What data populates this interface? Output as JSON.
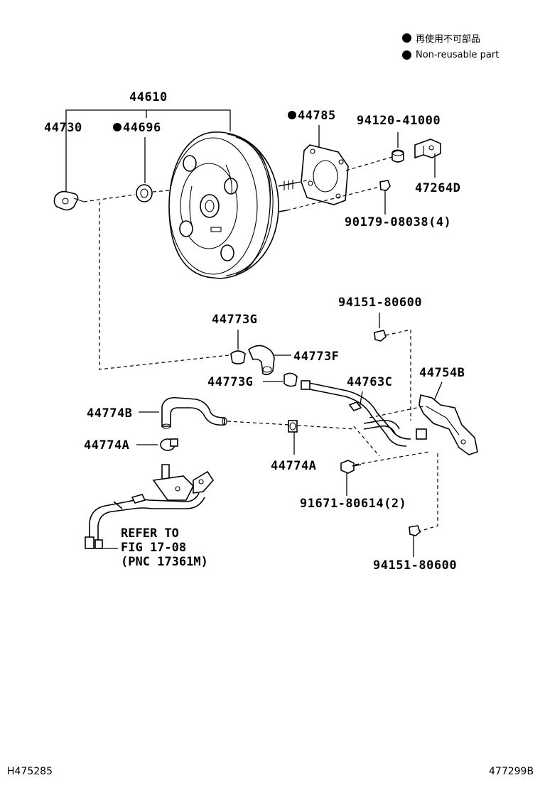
{
  "legend": {
    "line1": "再使用不可部品",
    "line2": "Non-reusable part"
  },
  "labels": {
    "p44610": "44610",
    "p44730": "44730",
    "p44696": "44696",
    "p44785": "44785",
    "p94120": "94120-41000",
    "p47264D": "47264D",
    "p90179": "90179-08038(4)",
    "p94151a": "94151-80600",
    "p44773G_a": "44773G",
    "p44773F": "44773F",
    "p44773G_b": "44773G",
    "p44763C": "44763C",
    "p44754B": "44754B",
    "p44774B": "44774B",
    "p44774A_a": "44774A",
    "p44774A_b": "44774A",
    "p91671": "91671-80614(2)",
    "p94151b": "94151-80600"
  },
  "refer": {
    "line1": "REFER TO",
    "line2": "FIG 17-08",
    "line3": "(PNC 17361M)"
  },
  "footer": {
    "left_code": "H475285",
    "right_code": "477299B"
  }
}
